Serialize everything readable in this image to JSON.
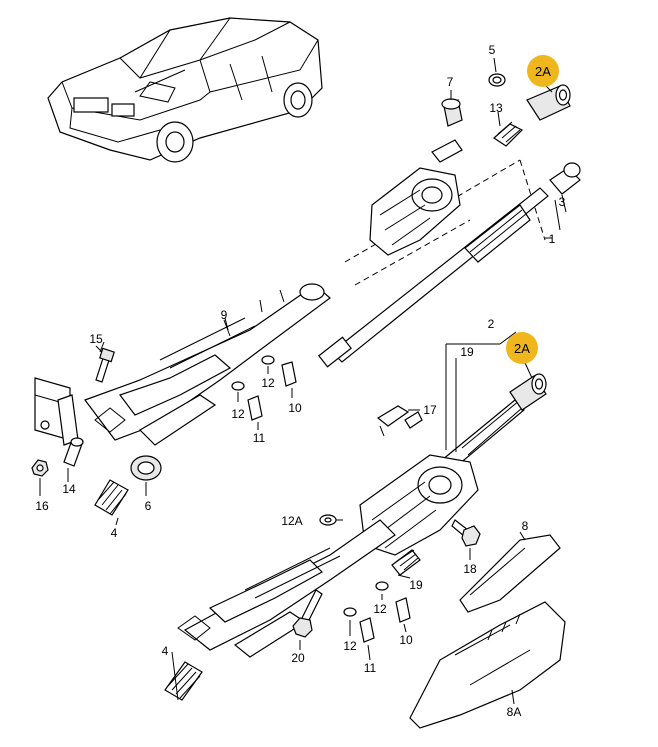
{
  "diagram": {
    "highlight_color": "#f0b61d",
    "callouts": [
      {
        "id": "c-2a-top",
        "label": "2A",
        "highlighted": true
      },
      {
        "id": "c-2a-mid",
        "label": "2A",
        "highlighted": true
      },
      {
        "id": "c-5",
        "label": "5"
      },
      {
        "id": "c-7",
        "label": "7"
      },
      {
        "id": "c-13",
        "label": "13"
      },
      {
        "id": "c-3",
        "label": "3"
      },
      {
        "id": "c-1",
        "label": "1"
      },
      {
        "id": "c-9",
        "label": "9"
      },
      {
        "id": "c-15",
        "label": "15"
      },
      {
        "id": "c-12-a",
        "label": "12"
      },
      {
        "id": "c-12-b",
        "label": "12"
      },
      {
        "id": "c-10-a",
        "label": "10"
      },
      {
        "id": "c-11-a",
        "label": "11"
      },
      {
        "id": "c-16",
        "label": "16"
      },
      {
        "id": "c-14",
        "label": "14"
      },
      {
        "id": "c-4-a",
        "label": "4"
      },
      {
        "id": "c-6",
        "label": "6"
      },
      {
        "id": "c-2",
        "label": "2"
      },
      {
        "id": "c-19-top",
        "label": "19"
      },
      {
        "id": "c-17",
        "label": "17"
      },
      {
        "id": "c-12a",
        "label": "12A"
      },
      {
        "id": "c-8",
        "label": "8"
      },
      {
        "id": "c-18",
        "label": "18"
      },
      {
        "id": "c-19-mid",
        "label": "19"
      },
      {
        "id": "c-12-c",
        "label": "12"
      },
      {
        "id": "c-10-b",
        "label": "10"
      },
      {
        "id": "c-20",
        "label": "20"
      },
      {
        "id": "c-11-b",
        "label": "11"
      },
      {
        "id": "c-4-b",
        "label": "4"
      },
      {
        "id": "c-8a",
        "label": "8A"
      }
    ]
  }
}
